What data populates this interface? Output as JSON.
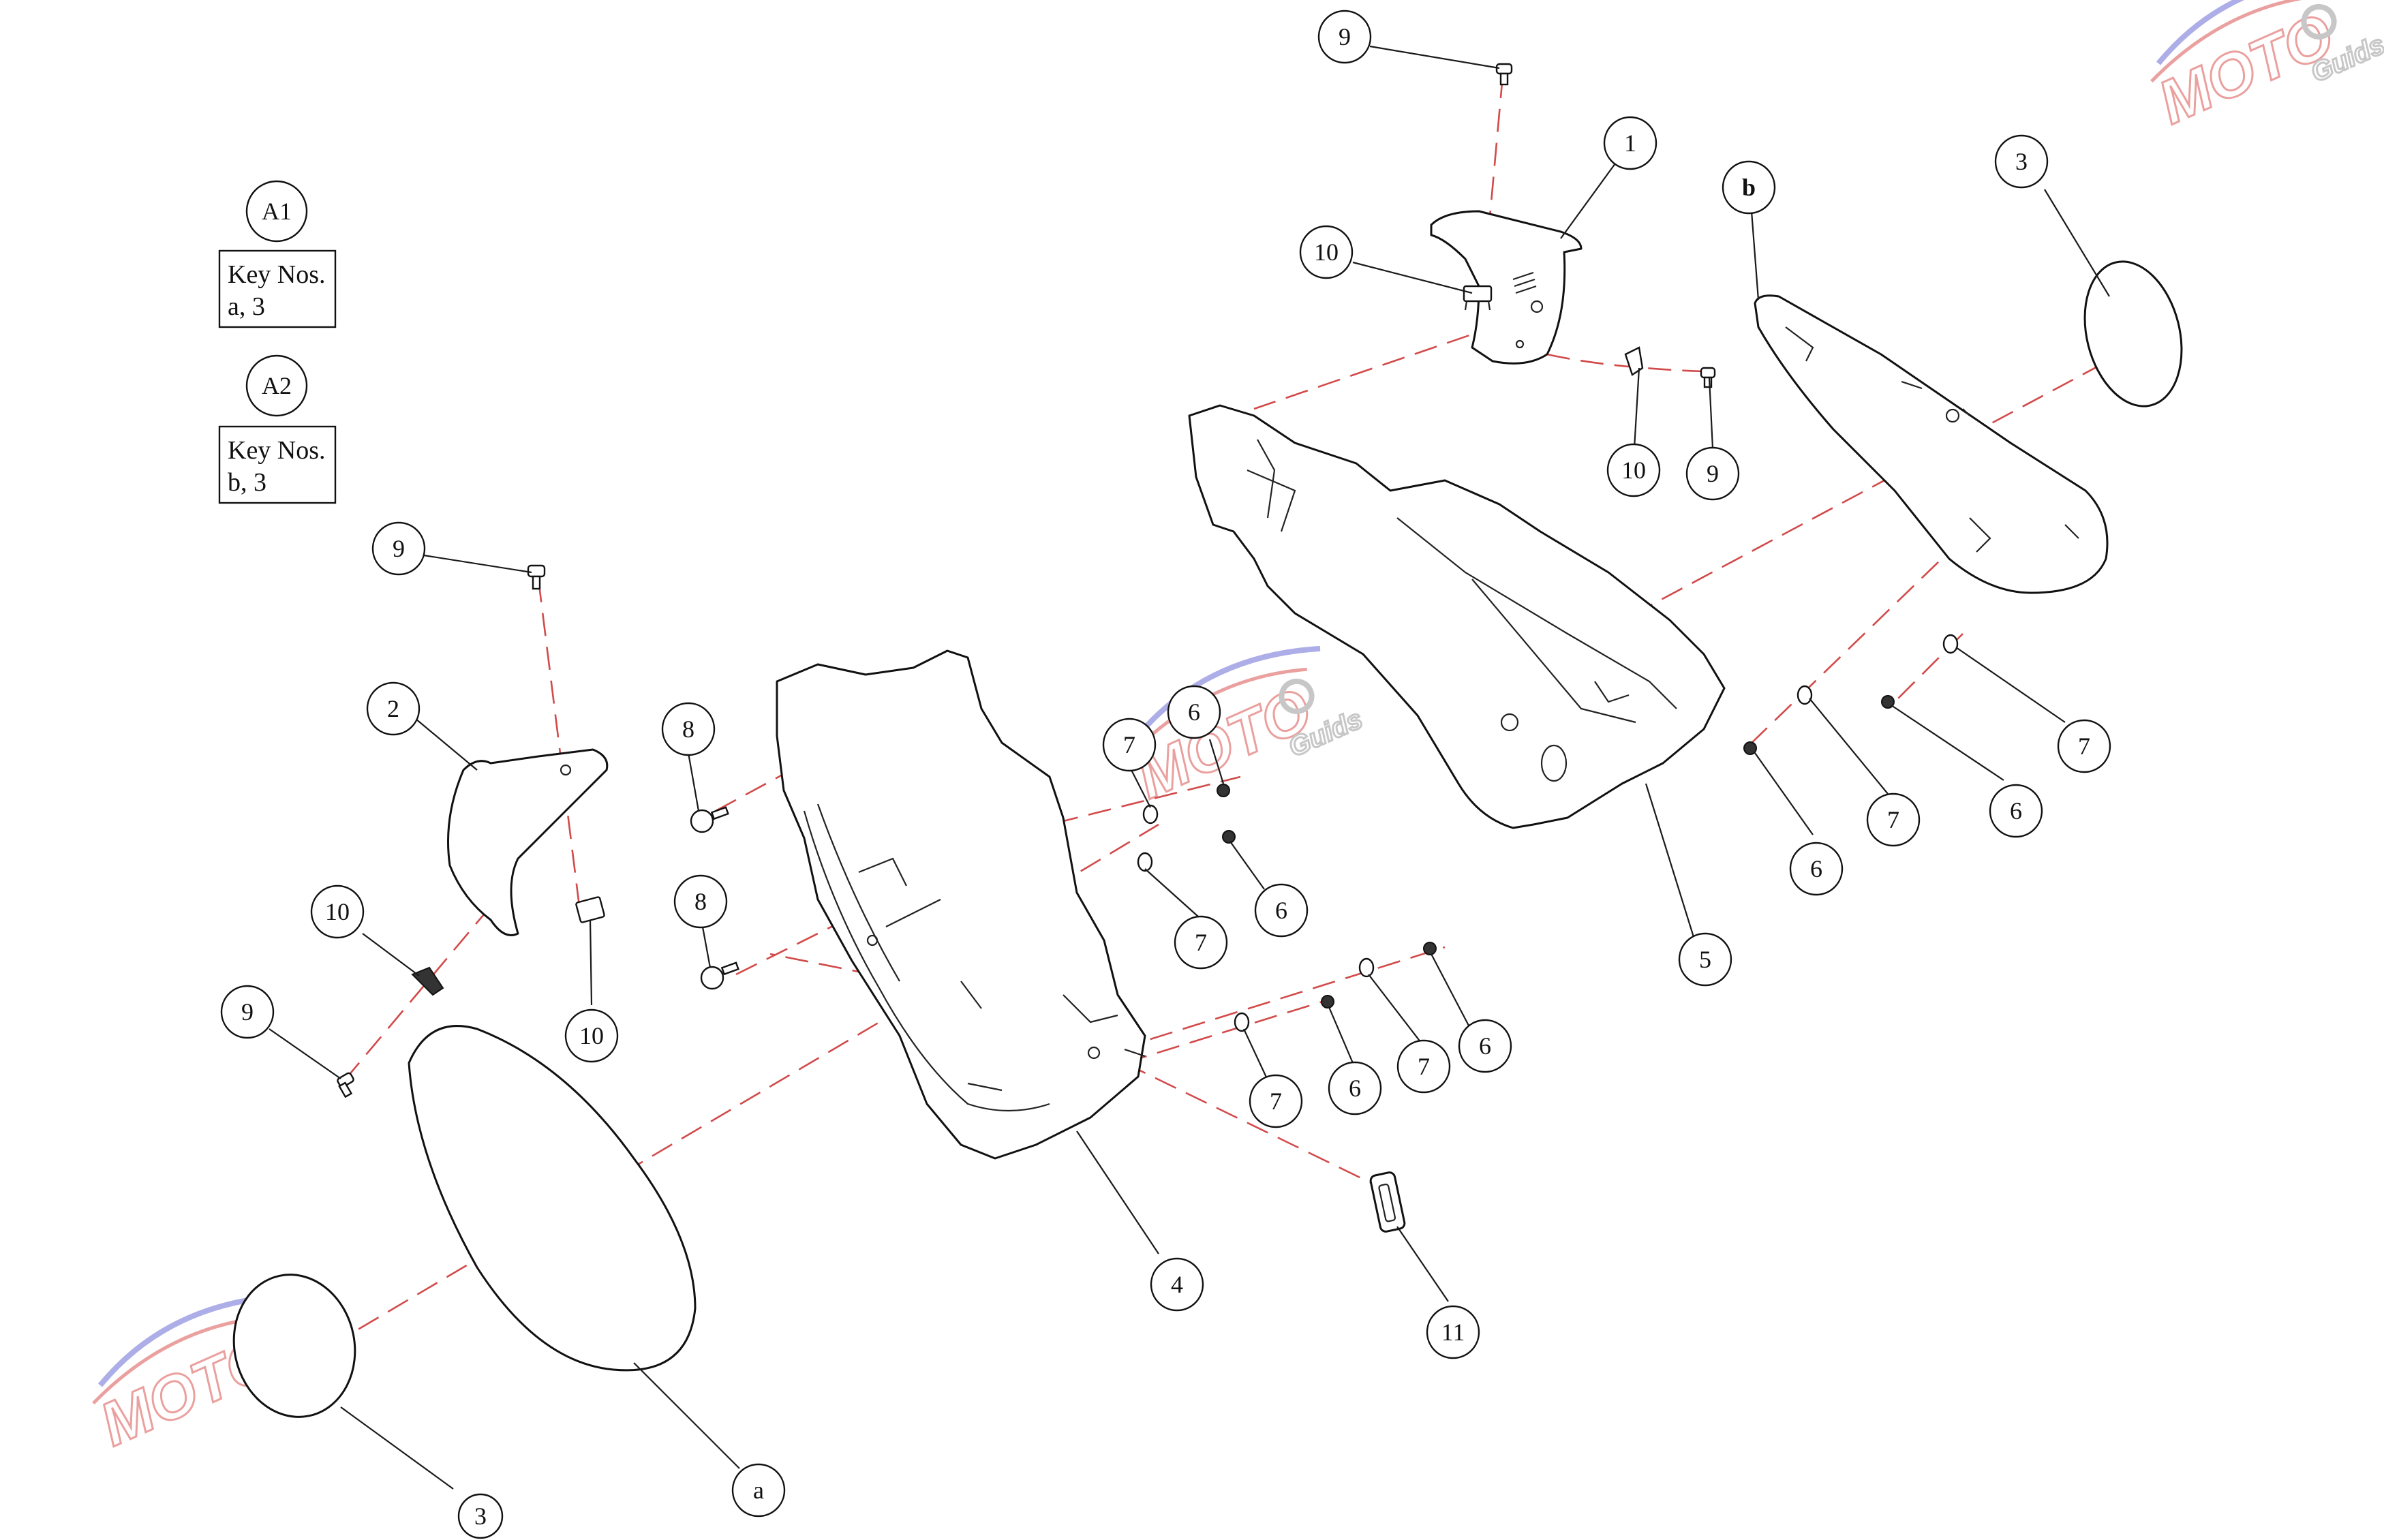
{
  "key_boxes": [
    {
      "id": "A1",
      "lines": [
        "Key Nos.",
        "a, 3"
      ]
    },
    {
      "id": "A2",
      "lines": [
        "Key Nos.",
        "b, 3"
      ]
    }
  ],
  "callouts": {
    "c9_top": "9",
    "c1": "1",
    "c10_top": "10",
    "c10_mid": "10",
    "c9_mid": "9",
    "cb": "b",
    "c3_right": "3",
    "c5": "5",
    "c6_r1": "6",
    "c7_r1": "7",
    "c6_r2": "6",
    "c7_r2": "7",
    "c9_left": "9",
    "c2": "2",
    "c10_left": "10",
    "c9_low": "9",
    "c10_low": "10",
    "c8_top": "8",
    "c8_low": "8",
    "c7_m1": "7",
    "c6_m1": "6",
    "c7_m2": "7",
    "c6_m2": "6",
    "c6_m3": "6",
    "c7_m3": "7",
    "c6_m4": "6",
    "c7_m4": "7",
    "c4": "4",
    "c11": "11",
    "c3_left": "3",
    "ca": "a"
  },
  "colors": {
    "line": "#111111",
    "hidden_line": "#d24a4a",
    "watermark_red": "#d9534f",
    "watermark_blue": "#6b6bd6",
    "watermark_grey": "#9a9a9a"
  },
  "watermark_icon": "moto-guids-logo"
}
